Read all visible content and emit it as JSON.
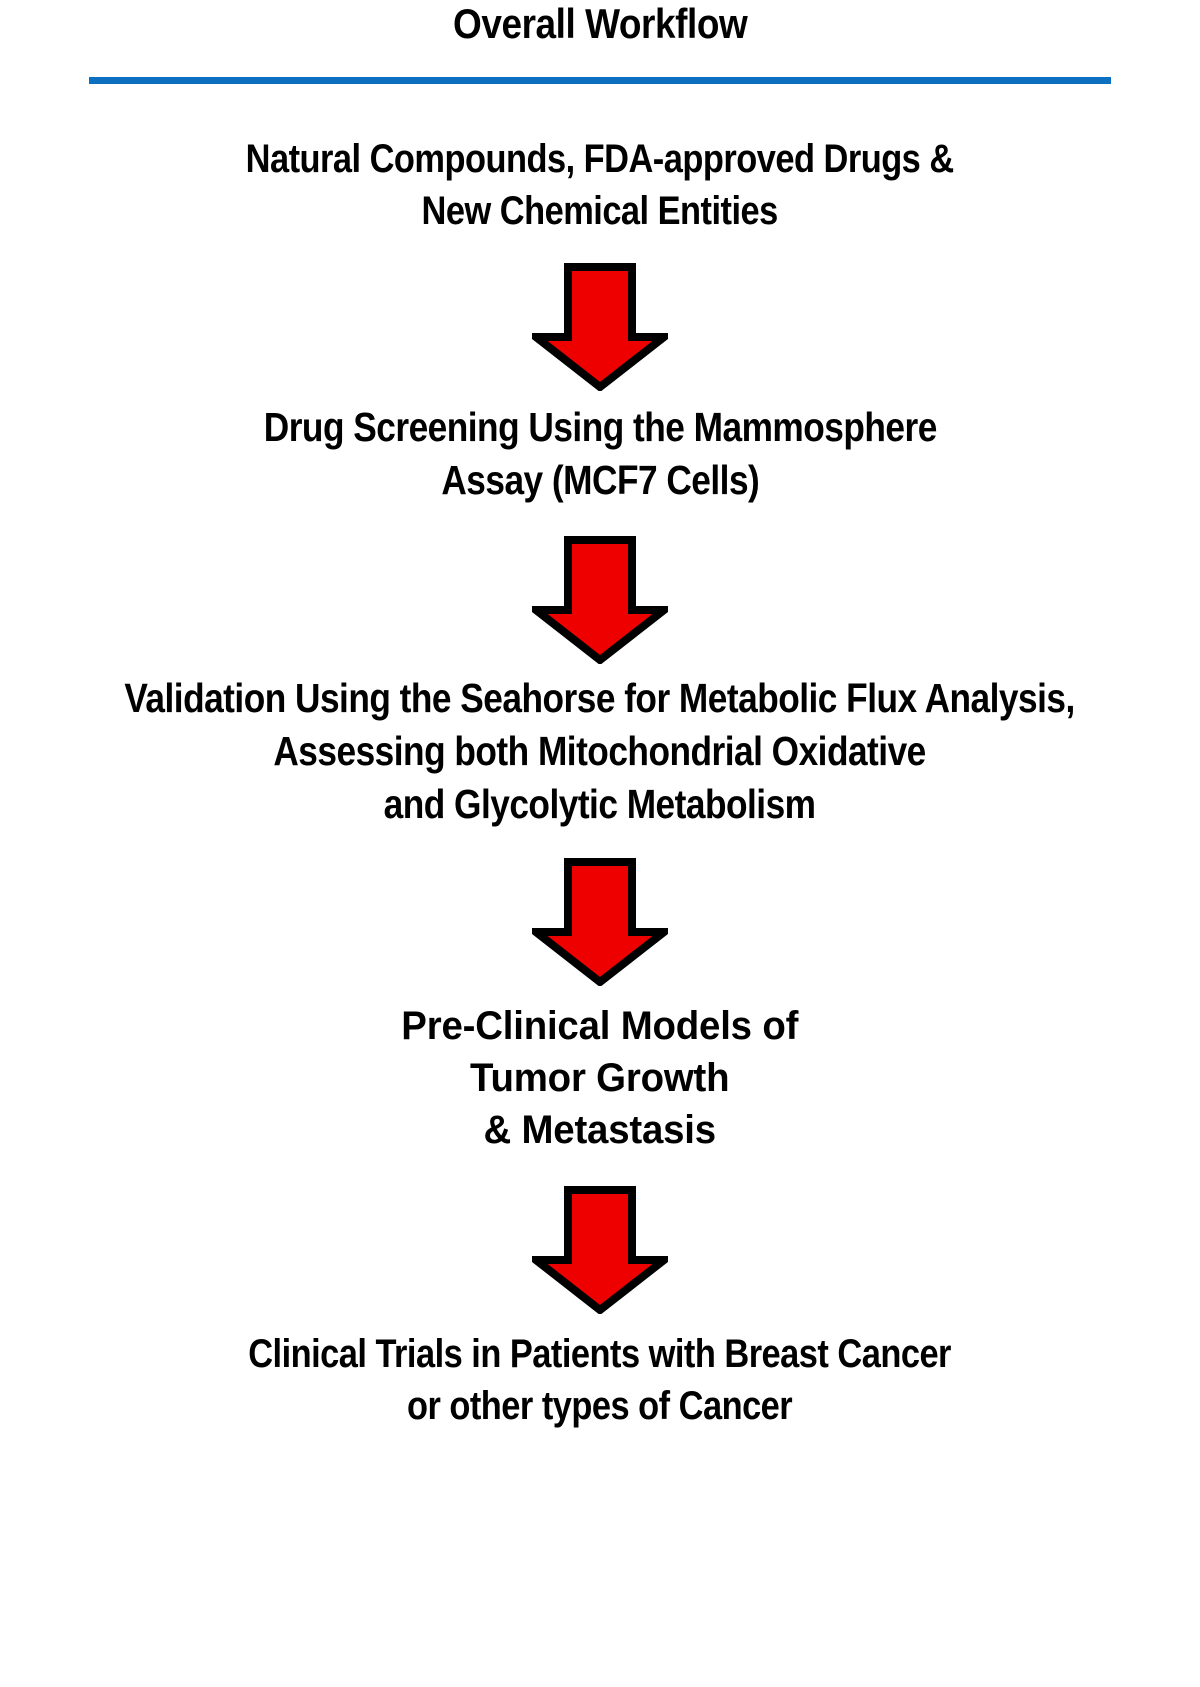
{
  "title": "Overall Workflow",
  "divider": {
    "color": "#0d6fbf"
  },
  "arrow": {
    "fill": "#ee0000",
    "stroke": "#000000",
    "name": "red-down-arrow"
  },
  "steps": [
    {
      "id": "step-1",
      "text": "Natural Compounds, FDA-approved Drugs &\nNew Chemical Entities"
    },
    {
      "id": "step-2",
      "text": "Drug Screening Using the Mammosphere\nAssay (MCF7 Cells)"
    },
    {
      "id": "step-3",
      "text": "Validation Using the Seahorse for Metabolic Flux Analysis,\nAssessing both Mitochondrial Oxidative\nand Glycolytic Metabolism"
    },
    {
      "id": "step-4",
      "text": "Pre-Clinical Models of\nTumor Growth\n& Metastasis"
    },
    {
      "id": "step-5",
      "text": "Clinical Trials in Patients with Breast Cancer\nor other types of Cancer"
    }
  ]
}
